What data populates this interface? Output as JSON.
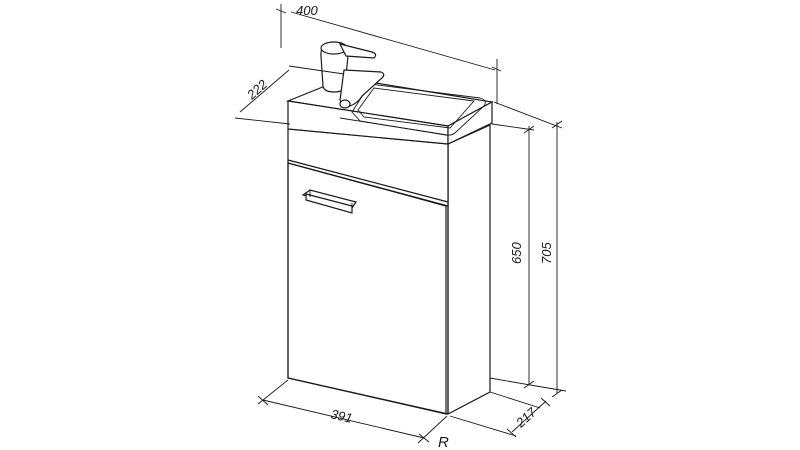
{
  "diagram": {
    "dimensions": {
      "width_top": "400",
      "depth_top": "222",
      "width_bottom": "391",
      "depth_bottom": "217",
      "height_cabinet": "650",
      "height_total": "705"
    },
    "orientation_label": "R",
    "colors": {
      "line": "#1a1a1a",
      "background": "#ffffff"
    }
  }
}
